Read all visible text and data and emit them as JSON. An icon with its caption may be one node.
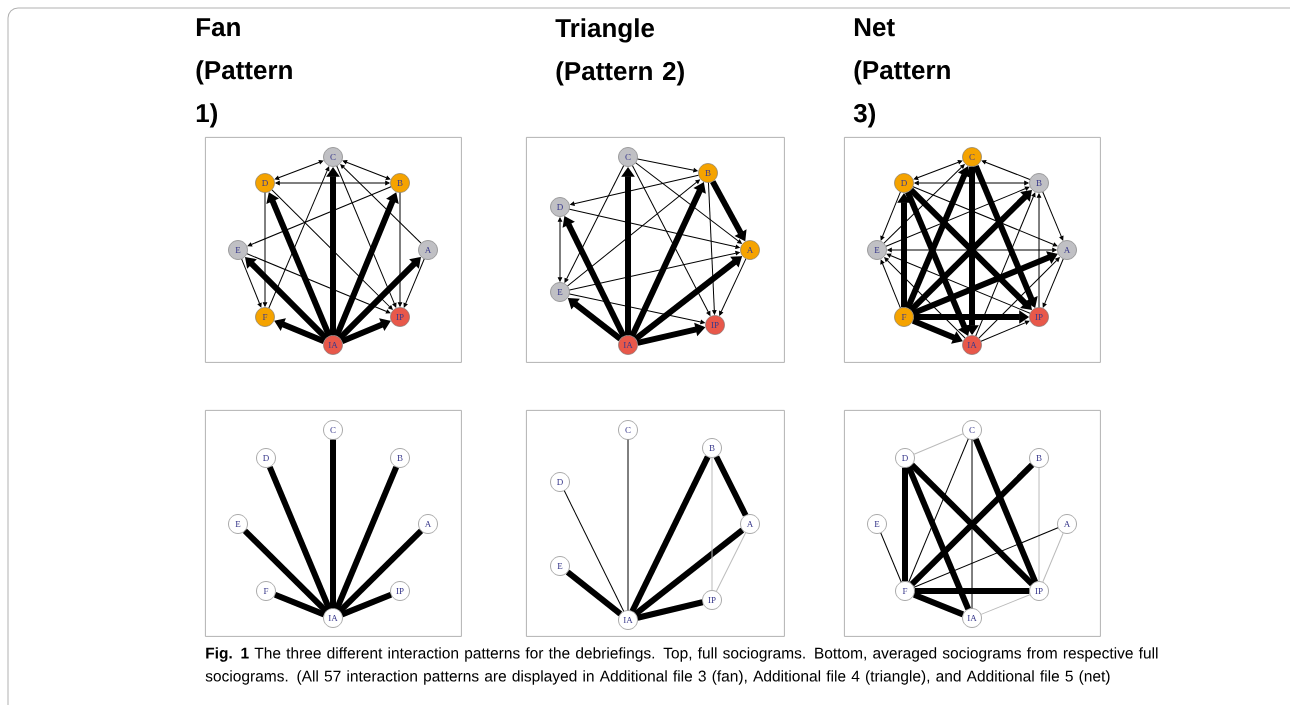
{
  "diagram": {
    "caption": "**Fig. 1**  The three different interaction patterns for the debriefings. Top, full sociograms. Bottom, averaged sociograms from respective full sociograms. (All 57 interaction patterns are displayed in Additional file 3 (fan), Additional file 4 (triangle), and Additional file 5 (net)",
    "nodes": [
      {
        "text": [
          "Fan (Pattern 1)"
        ]
      },
      {
        "text": [
          "C"
        ],
        "in": 0
      },
      {
        "text": [
          "D"
        ],
        "in": 0
      },
      {
        "text": [
          "B"
        ],
        "in": 0
      },
      {
        "text": [
          "E"
        ],
        "in": 0
      },
      {
        "text": [
          "A"
        ],
        "in": 0
      },
      {
        "text": [
          "F"
        ],
        "in": 0
      },
      {
        "text": [
          "IP"
        ],
        "in": 0
      },
      {
        "text": [
          "IA"
        ],
        "in": 0
      },
      {
        "text": [
          "Triangle (Pattern 2)"
        ]
      },
      {
        "text": [
          "C"
        ],
        "in": 9
      },
      {
        "text": [
          "B"
        ],
        "in": 9
      },
      {
        "text": [
          "D"
        ],
        "in": 9
      },
      {
        "text": [
          "A"
        ],
        "in": 9
      },
      {
        "text": [
          "E"
        ],
        "in": 9
      },
      {
        "text": [
          "IP"
        ],
        "in": 9
      },
      {
        "text": [
          "IA"
        ],
        "in": 9
      },
      {
        "text": [
          "Net (Pattern 3)"
        ]
      },
      {
        "text": [
          "C"
        ],
        "in": 17
      },
      {
        "text": [
          "D"
        ],
        "in": 17
      },
      {
        "text": [
          "B"
        ],
        "in": 17
      },
      {
        "text": [
          "E"
        ],
        "in": 17
      },
      {
        "text": [
          "A"
        ],
        "in": 17
      },
      {
        "text": [
          "F"
        ],
        "in": 17
      },
      {
        "text": [
          "IP"
        ],
        "in": 17
      },
      {
        "text": [
          "IA"
        ],
        "in": 17
      },
      {
        "text": [],
        "shape": "box"
      },
      {
        "text": [
          "C"
        ],
        "in": 26
      },
      {
        "text": [
          "D"
        ],
        "in": 26
      },
      {
        "text": [
          "B"
        ],
        "in": 26
      },
      {
        "text": [
          "E"
        ],
        "in": 26
      },
      {
        "text": [
          "A"
        ],
        "in": 26
      },
      {
        "text": [
          "F"
        ],
        "in": 26
      },
      {
        "text": [
          "IP"
        ],
        "in": 26
      },
      {
        "text": [
          "IA"
        ],
        "in": 26
      },
      {
        "text": [],
        "shape": "box"
      },
      {
        "text": [
          "C"
        ],
        "in": 35
      },
      {
        "text": [
          "B"
        ],
        "in": 35
      },
      {
        "text": [
          "D"
        ],
        "in": 35
      },
      {
        "text": [
          "A"
        ],
        "in": 35
      },
      {
        "text": [
          "E"
        ],
        "in": 35
      },
      {
        "text": [
          "IP"
        ],
        "in": 35
      },
      {
        "text": [
          "IA"
        ],
        "in": 35
      },
      {
        "text": [],
        "shape": "box"
      },
      {
        "text": [
          "C"
        ],
        "in": 43
      },
      {
        "text": [
          "D"
        ],
        "in": 43
      },
      {
        "text": [
          "B"
        ],
        "in": 43
      },
      {
        "text": [
          "E"
        ],
        "in": 43
      },
      {
        "text": [
          "A"
        ],
        "in": 43
      },
      {
        "text": [
          "F"
        ],
        "in": 43
      },
      {
        "text": [
          "IP"
        ],
        "in": 43
      },
      {
        "text": [
          "IA"
        ],
        "in": 43
      }
    ],
    "edges": [
      {
        "from": 8,
        "to": 1,
        "arrow": "to",
        "style": "thick"
      },
      {
        "from": 8,
        "to": 2,
        "arrow": "to",
        "style": "thick"
      },
      {
        "from": 8,
        "to": 3,
        "arrow": "to",
        "style": "thick"
      },
      {
        "from": 8,
        "to": 4,
        "arrow": "to",
        "style": "thick"
      },
      {
        "from": 8,
        "to": 5,
        "arrow": "to",
        "style": "thick"
      },
      {
        "from": 8,
        "to": 6,
        "arrow": "to",
        "style": "thick"
      },
      {
        "from": 8,
        "to": 7,
        "arrow": "to",
        "style": "thick"
      },
      {
        "from": 1,
        "to": 2,
        "arrow": "both"
      },
      {
        "from": 1,
        "to": 3,
        "arrow": "both"
      },
      {
        "from": 2,
        "to": 3,
        "arrow": "both"
      },
      {
        "from": 5,
        "to": 1,
        "arrow": "to"
      },
      {
        "from": 2,
        "to": 6,
        "arrow": "to"
      },
      {
        "from": 3,
        "to": 7,
        "arrow": "to"
      },
      {
        "from": 4,
        "to": 6,
        "arrow": "to"
      },
      {
        "from": 5,
        "to": 7,
        "arrow": "to"
      },
      {
        "from": 6,
        "to": 1,
        "arrow": "to"
      },
      {
        "from": 1,
        "to": 7,
        "arrow": "to"
      },
      {
        "from": 3,
        "to": 4,
        "arrow": "to"
      },
      {
        "from": 2,
        "to": 7,
        "arrow": "to"
      },
      {
        "from": 4,
        "to": 7,
        "arrow": "to"
      },
      {
        "from": 16,
        "to": 10,
        "arrow": "to",
        "style": "thick"
      },
      {
        "from": 16,
        "to": 11,
        "arrow": "to",
        "style": "thick"
      },
      {
        "from": 16,
        "to": 13,
        "arrow": "to",
        "style": "thick"
      },
      {
        "from": 16,
        "to": 12,
        "arrow": "to",
        "style": "thick"
      },
      {
        "from": 16,
        "to": 14,
        "arrow": "to",
        "style": "thick"
      },
      {
        "from": 16,
        "to": 15,
        "arrow": "to",
        "style": "thick"
      },
      {
        "from": 11,
        "to": 13,
        "arrow": "to",
        "style": "thick"
      },
      {
        "from": 11,
        "to": 15,
        "arrow": "to"
      },
      {
        "from": 13,
        "to": 15,
        "arrow": "to"
      },
      {
        "from": 10,
        "to": 11,
        "arrow": "to"
      },
      {
        "from": 11,
        "to": 12,
        "arrow": "to"
      },
      {
        "from": 12,
        "to": 14,
        "arrow": "both"
      },
      {
        "from": 10,
        "to": 14,
        "arrow": "to"
      },
      {
        "from": 10,
        "to": 13,
        "arrow": "to"
      },
      {
        "from": 12,
        "to": 13,
        "arrow": "to"
      },
      {
        "from": 14,
        "to": 11,
        "arrow": "to"
      },
      {
        "from": 14,
        "to": 13,
        "arrow": "to"
      },
      {
        "from": 10,
        "to": 15,
        "arrow": "to"
      },
      {
        "from": 14,
        "to": 15,
        "arrow": "to"
      },
      {
        "from": 19,
        "to": 18,
        "arrow": "both"
      },
      {
        "from": 20,
        "to": 18,
        "arrow": "to"
      },
      {
        "from": 19,
        "to": 20,
        "arrow": "both"
      },
      {
        "from": 19,
        "to": 21,
        "arrow": "to"
      },
      {
        "from": 21,
        "to": 22,
        "arrow": "both"
      },
      {
        "from": 20,
        "to": 22,
        "arrow": "to"
      },
      {
        "from": 22,
        "to": 24,
        "arrow": "to"
      },
      {
        "from": 24,
        "to": 20,
        "arrow": "to"
      },
      {
        "from": 23,
        "to": 19,
        "arrow": "to",
        "style": "thick"
      },
      {
        "from": 23,
        "to": 18,
        "arrow": "to",
        "style": "thick"
      },
      {
        "from": 23,
        "to": 20,
        "arrow": "to",
        "style": "thick"
      },
      {
        "from": 23,
        "to": 22,
        "arrow": "to",
        "style": "thick"
      },
      {
        "from": 23,
        "to": 24,
        "arrow": "to",
        "style": "thick"
      },
      {
        "from": 23,
        "to": 25,
        "arrow": "to",
        "style": "thick"
      },
      {
        "from": 23,
        "to": 21,
        "arrow": "to"
      },
      {
        "from": 19,
        "to": 24,
        "arrow": "to",
        "style": "thick"
      },
      {
        "from": 19,
        "to": 25,
        "arrow": "to",
        "style": "thick"
      },
      {
        "from": 18,
        "to": 24,
        "arrow": "to",
        "style": "thick"
      },
      {
        "from": 18,
        "to": 25,
        "arrow": "to",
        "style": "thick"
      },
      {
        "from": 25,
        "to": 20,
        "arrow": "to"
      },
      {
        "from": 25,
        "to": 22,
        "arrow": "to"
      },
      {
        "from": 25,
        "to": 24,
        "arrow": "to"
      },
      {
        "from": 25,
        "to": 21,
        "arrow": "to"
      },
      {
        "from": 24,
        "to": 21,
        "arrow": "to"
      },
      {
        "from": 19,
        "to": 22,
        "arrow": "to"
      },
      {
        "from": 21,
        "to": 20,
        "arrow": "to"
      },
      {
        "from": 21,
        "to": 18,
        "arrow": "to"
      },
      {
        "from": 34,
        "to": 27,
        "arrow": "none",
        "style": "thick"
      },
      {
        "from": 34,
        "to": 28,
        "arrow": "none",
        "style": "thick"
      },
      {
        "from": 34,
        "to": 29,
        "arrow": "none",
        "style": "thick"
      },
      {
        "from": 34,
        "to": 30,
        "arrow": "none",
        "style": "thick"
      },
      {
        "from": 34,
        "to": 31,
        "arrow": "none",
        "style": "thick"
      },
      {
        "from": 34,
        "to": 32,
        "arrow": "none",
        "style": "thick"
      },
      {
        "from": 34,
        "to": 33,
        "arrow": "none",
        "style": "thick"
      },
      {
        "from": 42,
        "to": 36,
        "arrow": "none"
      },
      {
        "from": 42,
        "to": 38,
        "arrow": "none"
      },
      {
        "from": 42,
        "to": 40,
        "arrow": "none",
        "style": "thick"
      },
      {
        "from": 42,
        "to": 37,
        "arrow": "none",
        "style": "thick"
      },
      {
        "from": 42,
        "to": 39,
        "arrow": "none",
        "style": "thick"
      },
      {
        "from": 37,
        "to": 39,
        "arrow": "none",
        "style": "thick"
      },
      {
        "from": 42,
        "to": 41,
        "arrow": "none",
        "style": "thick"
      },
      {
        "from": 37,
        "to": 41,
        "arrow": "none",
        "color": "#bbbbbb"
      },
      {
        "from": 39,
        "to": 41,
        "arrow": "none",
        "color": "#bbbbbb"
      },
      {
        "from": 45,
        "to": 44,
        "arrow": "none",
        "color": "#bbbbbb"
      },
      {
        "from": 44,
        "to": 49,
        "arrow": "none"
      },
      {
        "from": 44,
        "to": 51,
        "arrow": "none"
      },
      {
        "from": 44,
        "to": 50,
        "arrow": "none",
        "style": "thick"
      },
      {
        "from": 45,
        "to": 49,
        "arrow": "none",
        "style": "thick"
      },
      {
        "from": 45,
        "to": 50,
        "arrow": "none",
        "style": "thick"
      },
      {
        "from": 45,
        "to": 51,
        "arrow": "none",
        "style": "thick"
      },
      {
        "from": 46,
        "to": 49,
        "arrow": "none",
        "style": "thick"
      },
      {
        "from": 46,
        "to": 50,
        "arrow": "none",
        "color": "#bbbbbb"
      },
      {
        "from": 47,
        "to": 49,
        "arrow": "none"
      },
      {
        "from": 48,
        "to": 49,
        "arrow": "none"
      },
      {
        "from": 48,
        "to": 50,
        "arrow": "none",
        "color": "#bbbbbb"
      },
      {
        "from": 49,
        "to": 50,
        "arrow": "none",
        "style": "thick"
      },
      {
        "from": 49,
        "to": 51,
        "arrow": "none",
        "style": "thick"
      },
      {
        "from": 51,
        "to": 50,
        "arrow": "none",
        "color": "#bbbbbb"
      }
    ]
  }
}
